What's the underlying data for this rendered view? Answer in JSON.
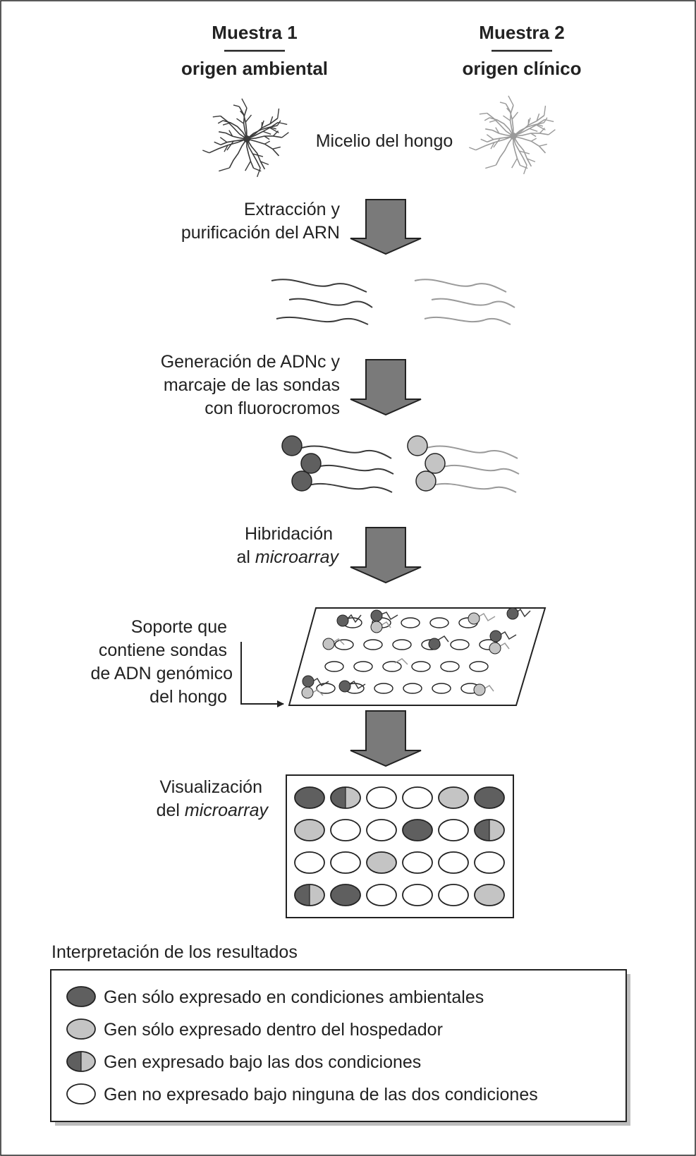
{
  "header": {
    "sample1_title": "Muestra 1",
    "sample1_origin": "origen ambiental",
    "sample2_title": "Muestra 2",
    "sample2_origin": "origen clínico"
  },
  "steps": {
    "mycelium": "Micelio del hongo",
    "extraction": [
      "Extracción y",
      "purificación del ARN"
    ],
    "cdna": [
      "Generación de ADNc y",
      "marcaje de las sondas",
      "con fluorocromos"
    ],
    "hybridization": {
      "line1": "Hibridación",
      "line2_prefix": "al ",
      "line2_italic": "microarray"
    },
    "support": [
      "Soporte que",
      "contiene sondas",
      "de ADN genómico",
      "del hongo"
    ],
    "visualization": {
      "line1": "Visualización",
      "line2_prefix": "del ",
      "line2_italic": "microarray"
    }
  },
  "microarray_grid": [
    [
      "dark",
      "both",
      "white",
      "white",
      "light",
      "dark"
    ],
    [
      "light",
      "white",
      "white",
      "dark",
      "white",
      "both"
    ],
    [
      "white",
      "white",
      "light",
      "white",
      "white",
      "white"
    ],
    [
      "both",
      "dark",
      "white",
      "white",
      "white",
      "light"
    ]
  ],
  "legend": {
    "title": "Interpretación de los resultados",
    "items": [
      {
        "type": "dark",
        "label": "Gen sólo expresado en condiciones ambientales"
      },
      {
        "type": "light",
        "label": "Gen sólo expresado dentro del hospedador"
      },
      {
        "type": "both",
        "label": "Gen expresado bajo las dos condiciones"
      },
      {
        "type": "white",
        "label": "Gen no expresado bajo ninguna de las dos condiciones"
      }
    ]
  },
  "colors": {
    "dark": "#5f5f5f",
    "light": "#c4c4c4",
    "white": "#ffffff",
    "arrow": "#7a7a7a",
    "sample1_line": "#3a3a3a",
    "sample2_line": "#9a9a9a"
  }
}
